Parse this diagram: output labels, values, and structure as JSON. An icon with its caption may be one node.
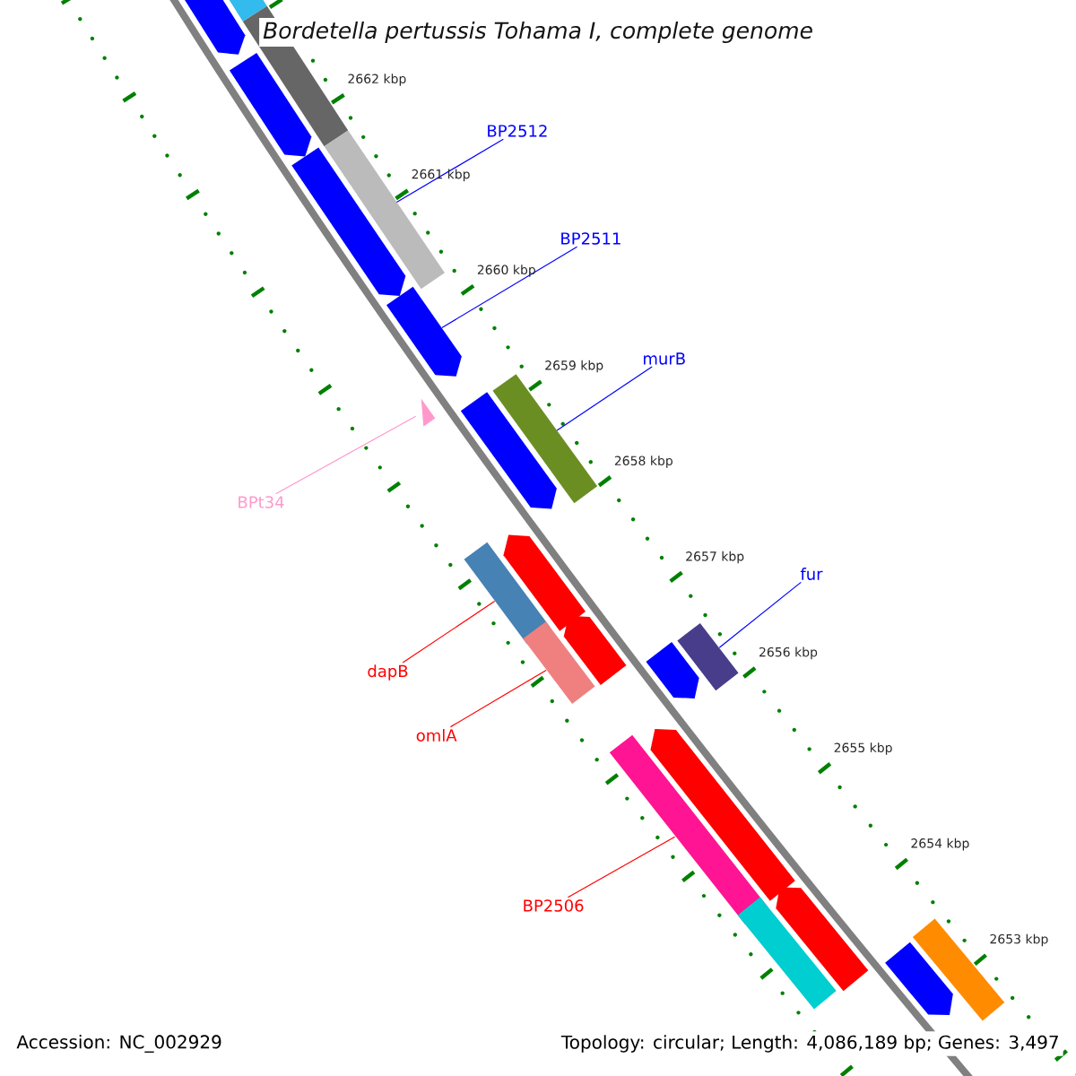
{
  "diagram": {
    "title": "*Bordetella pertussis* Tohama I, complete genome",
    "nodes": [
      {
        "text": [],
        "shape": "arrow"
      },
      {
        "text": [],
        "shape": "bar"
      },
      {
        "text": [],
        "shape": "bar"
      },
      {
        "text": [],
        "shape": "arrow"
      },
      {
        "text": [
          "BP2512"
        ]
      },
      {
        "text": [],
        "shape": "bar"
      },
      {
        "text": [],
        "shape": "arrow"
      },
      {
        "text": [
          "BP2511"
        ]
      },
      {
        "text": [],
        "shape": "arrow"
      },
      {
        "text": [
          "murB"
        ]
      },
      {
        "text": [],
        "shape": "arrow"
      },
      {
        "text": [],
        "shape": "bar"
      },
      {
        "text": [],
        "shape": "triangle"
      },
      {
        "text": [
          "BPt34"
        ]
      },
      {
        "text": [],
        "shape": "arrow"
      },
      {
        "text": [],
        "shape": "bar"
      },
      {
        "text": [
          "fur"
        ]
      },
      {
        "text": [],
        "shape": "arrow"
      },
      {
        "text": [],
        "shape": "bar"
      },
      {
        "text": [],
        "shape": "bar"
      },
      {
        "text": [],
        "shape": "arrow"
      },
      {
        "text": [
          "dapB"
        ]
      },
      {
        "text": [
          "omlA"
        ]
      },
      {
        "text": [],
        "shape": "arrow"
      },
      {
        "text": [],
        "shape": "bar"
      },
      {
        "text": [],
        "shape": "arrow"
      },
      {
        "text": [
          "BP2506"
        ]
      },
      {
        "text": [],
        "shape": "bar"
      },
      {
        "text": [],
        "shape": "bar"
      },
      {
        "text": [],
        "shape": "arrow"
      }
    ],
    "edges": [
      {
        "from": 4,
        "to": 5,
        "arrow": "none",
        "color": "#0000ff"
      },
      {
        "from": 7,
        "to": 8,
        "arrow": "none",
        "color": "#0000ff"
      },
      {
        "from": 9,
        "to": 11,
        "arrow": "none",
        "color": "#0000ff"
      },
      {
        "from": 13,
        "to": 12,
        "arrow": "none",
        "color": "#ff99cc"
      },
      {
        "from": 16,
        "to": 19,
        "arrow": "none",
        "color": "#0000ff"
      },
      {
        "from": 21,
        "to": 15,
        "arrow": "none",
        "color": "#ff0000"
      },
      {
        "from": 22,
        "to": 18,
        "arrow": "none",
        "color": "#ff0000"
      },
      {
        "from": 26,
        "to": 24,
        "arrow": "none",
        "color": "#ff0000"
      }
    ],
    "labels": [
      "2662 kbp",
      "2661 kbp",
      "2660 kbp",
      "2659 kbp",
      "2658 kbp",
      "2657 kbp",
      "2656 kbp",
      "2655 kbp",
      "2654 kbp",
      "2653 kbp",
      "Accession: NC_002929",
      "Topology: circular; Length: 4,086,189 bp; Genes: 3,497"
    ]
  }
}
